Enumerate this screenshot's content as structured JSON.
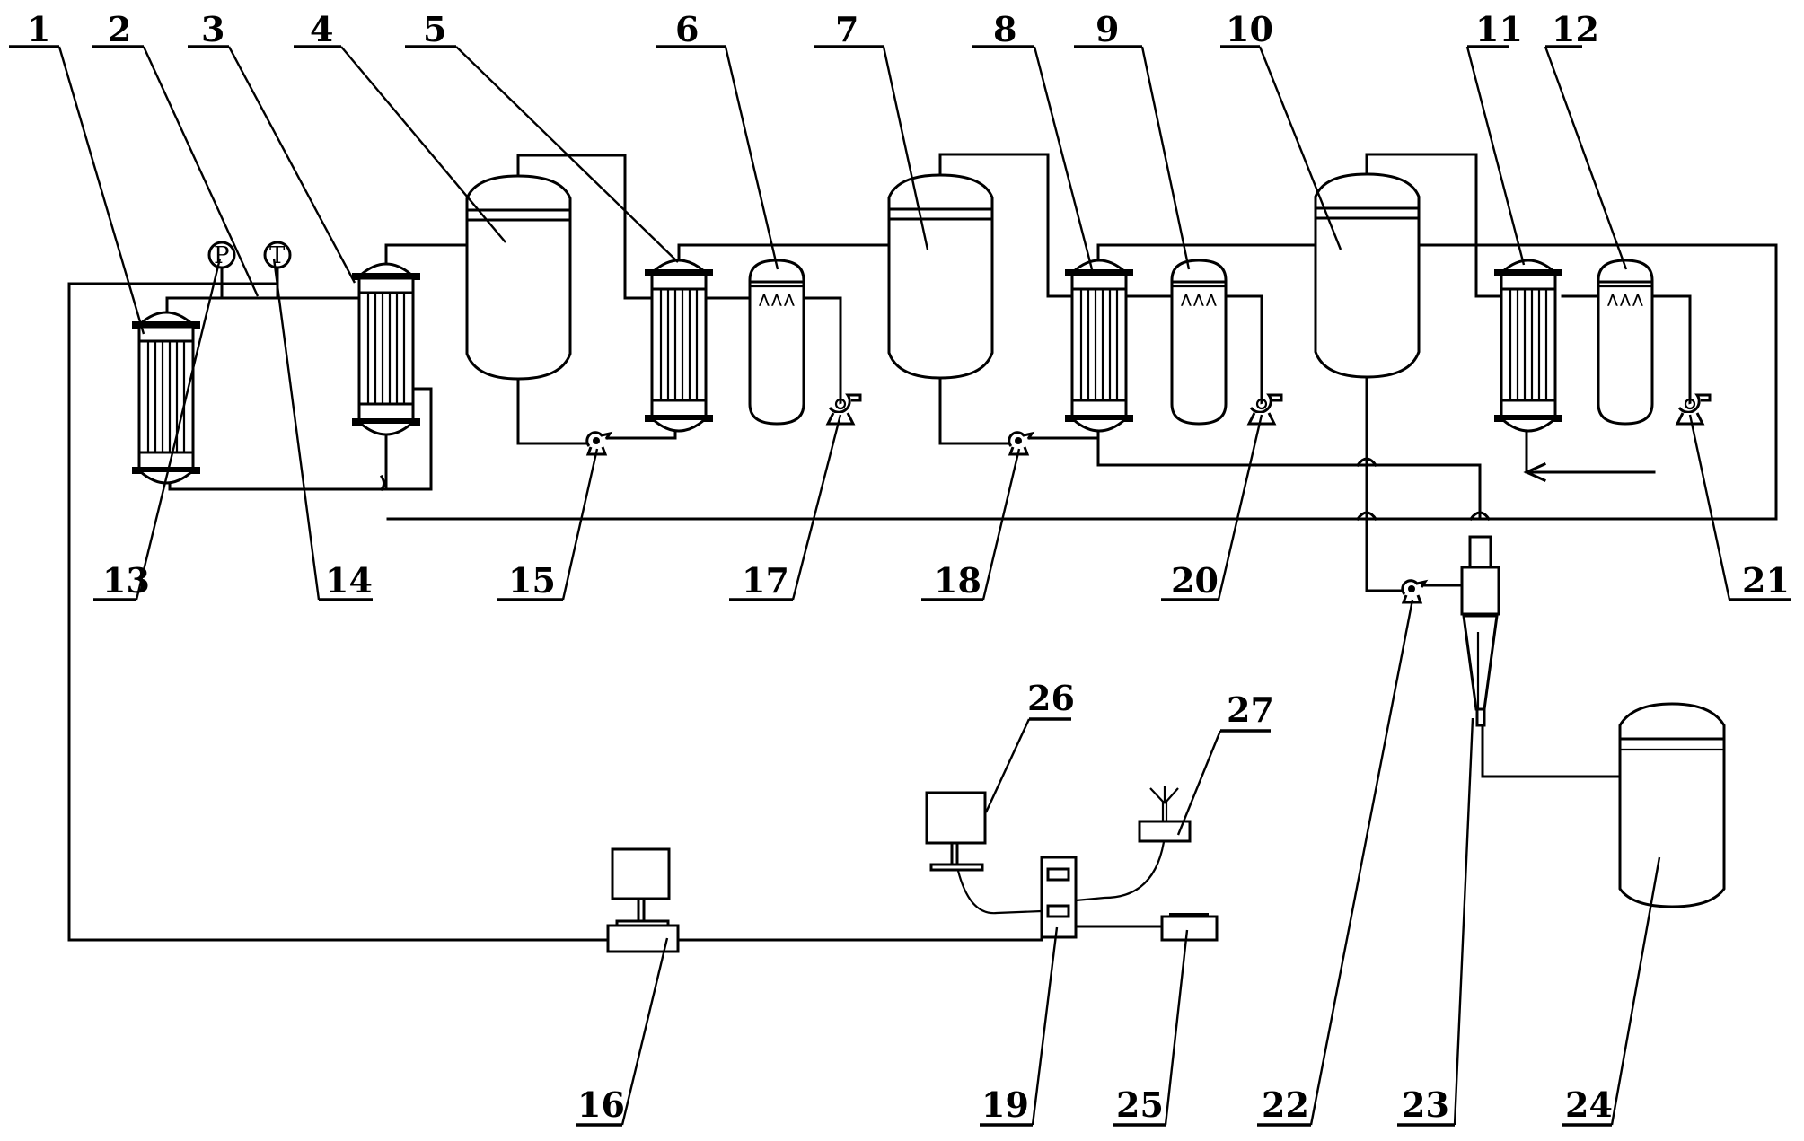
{
  "figure": {
    "type": "process-flow-diagram",
    "description": "Multi-effect evaporation system with condensers, spray towers, fans, pumps, cyclone separator, storage tank and monitoring station"
  },
  "gauges": {
    "pressure_symbol": "P",
    "temperature_symbol": "T"
  },
  "labels": {
    "l1": "1",
    "l2": "2",
    "l3": "3",
    "l4": "4",
    "l5": "5",
    "l6": "6",
    "l7": "7",
    "l8": "8",
    "l9": "9",
    "l10": "10",
    "l11": "11",
    "l12": "12",
    "l13": "13",
    "l14": "14",
    "l15": "15",
    "l16": "16",
    "l17": "17",
    "l18": "18",
    "l19": "19",
    "l20": "20",
    "l21": "21",
    "l22": "22",
    "l23": "23",
    "l24": "24",
    "l25": "25",
    "l26": "26",
    "l27": "27"
  },
  "components": [
    {
      "ref": "1",
      "kind": "heater"
    },
    {
      "ref": "2",
      "kind": "steam-pipe"
    },
    {
      "ref": "3",
      "kind": "heat-exchanger"
    },
    {
      "ref": "4",
      "kind": "evaporator"
    },
    {
      "ref": "5",
      "kind": "condenser"
    },
    {
      "ref": "6",
      "kind": "spray-tower"
    },
    {
      "ref": "7",
      "kind": "evaporator"
    },
    {
      "ref": "8",
      "kind": "condenser"
    },
    {
      "ref": "9",
      "kind": "spray-tower"
    },
    {
      "ref": "10",
      "kind": "evaporator"
    },
    {
      "ref": "11",
      "kind": "condenser"
    },
    {
      "ref": "12",
      "kind": "spray-tower"
    },
    {
      "ref": "13",
      "kind": "pressure-gauge"
    },
    {
      "ref": "14",
      "kind": "temperature-gauge"
    },
    {
      "ref": "15",
      "kind": "pump"
    },
    {
      "ref": "16",
      "kind": "computer-terminal"
    },
    {
      "ref": "17",
      "kind": "fan"
    },
    {
      "ref": "18",
      "kind": "pump"
    },
    {
      "ref": "19",
      "kind": "controller"
    },
    {
      "ref": "20",
      "kind": "fan"
    },
    {
      "ref": "21",
      "kind": "fan"
    },
    {
      "ref": "22",
      "kind": "pump"
    },
    {
      "ref": "23",
      "kind": "cyclone-separator"
    },
    {
      "ref": "24",
      "kind": "storage-tank"
    },
    {
      "ref": "25",
      "kind": "alarm-device"
    },
    {
      "ref": "26",
      "kind": "display-monitor"
    },
    {
      "ref": "27",
      "kind": "wireless-transmitter"
    }
  ]
}
